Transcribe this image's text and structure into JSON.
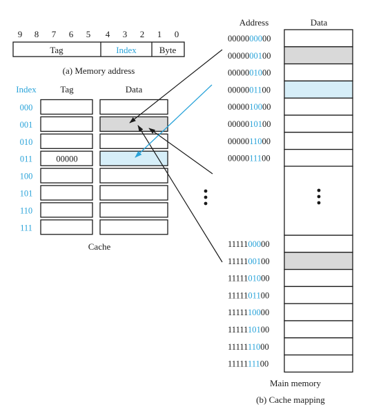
{
  "colors": {
    "accent": "#29a3d9",
    "highlight_gray": "#d9d9d9",
    "highlight_blue": "#d6eef8",
    "line": "#1a1a1a"
  },
  "memory_address": {
    "bit_numbers": [
      "9",
      "8",
      "7",
      "6",
      "5",
      "4",
      "3",
      "2",
      "1",
      "0"
    ],
    "fields": {
      "tag": "Tag",
      "index": "Index",
      "byte": "Byte"
    },
    "caption": "(a) Memory address"
  },
  "cache": {
    "headers": {
      "index": "Index",
      "tag": "Tag",
      "data": "Data"
    },
    "indices": [
      "000",
      "001",
      "010",
      "011",
      "100",
      "101",
      "110",
      "111"
    ],
    "tags": [
      "",
      "",
      "",
      "00000",
      "",
      "",
      "",
      ""
    ],
    "data_highlight": [
      "none",
      "gray",
      "none",
      "blue",
      "none",
      "none",
      "none",
      "none"
    ],
    "label": "Cache"
  },
  "main_memory": {
    "headers": {
      "address": "Address",
      "data": "Data"
    },
    "top_rows": [
      {
        "black": "00000",
        "blue": "000",
        "tail": "00",
        "fill": "none"
      },
      {
        "black": "00000",
        "blue": "001",
        "tail": "00",
        "fill": "gray"
      },
      {
        "black": "00000",
        "blue": "010",
        "tail": "00",
        "fill": "none"
      },
      {
        "black": "00000",
        "blue": "011",
        "tail": "00",
        "fill": "blue"
      },
      {
        "black": "00000",
        "blue": "100",
        "tail": "00",
        "fill": "none"
      },
      {
        "black": "00000",
        "blue": "101",
        "tail": "00",
        "fill": "none"
      },
      {
        "black": "00000",
        "blue": "110",
        "tail": "00",
        "fill": "none"
      },
      {
        "black": "00000",
        "blue": "111",
        "tail": "00",
        "fill": "none"
      }
    ],
    "bottom_rows": [
      {
        "black": "11111",
        "blue": "000",
        "tail": "00",
        "fill": "none"
      },
      {
        "black": "11111",
        "blue": "001",
        "tail": "00",
        "fill": "gray"
      },
      {
        "black": "11111",
        "blue": "010",
        "tail": "00",
        "fill": "none"
      },
      {
        "black": "11111",
        "blue": "011",
        "tail": "00",
        "fill": "none"
      },
      {
        "black": "11111",
        "blue": "100",
        "tail": "00",
        "fill": "none"
      },
      {
        "black": "11111",
        "blue": "101",
        "tail": "00",
        "fill": "none"
      },
      {
        "black": "11111",
        "blue": "110",
        "tail": "00",
        "fill": "none"
      },
      {
        "black": "11111",
        "blue": "111",
        "tail": "00",
        "fill": "none"
      }
    ],
    "label": "Main memory"
  },
  "caption_b": "(b) Cache mapping"
}
